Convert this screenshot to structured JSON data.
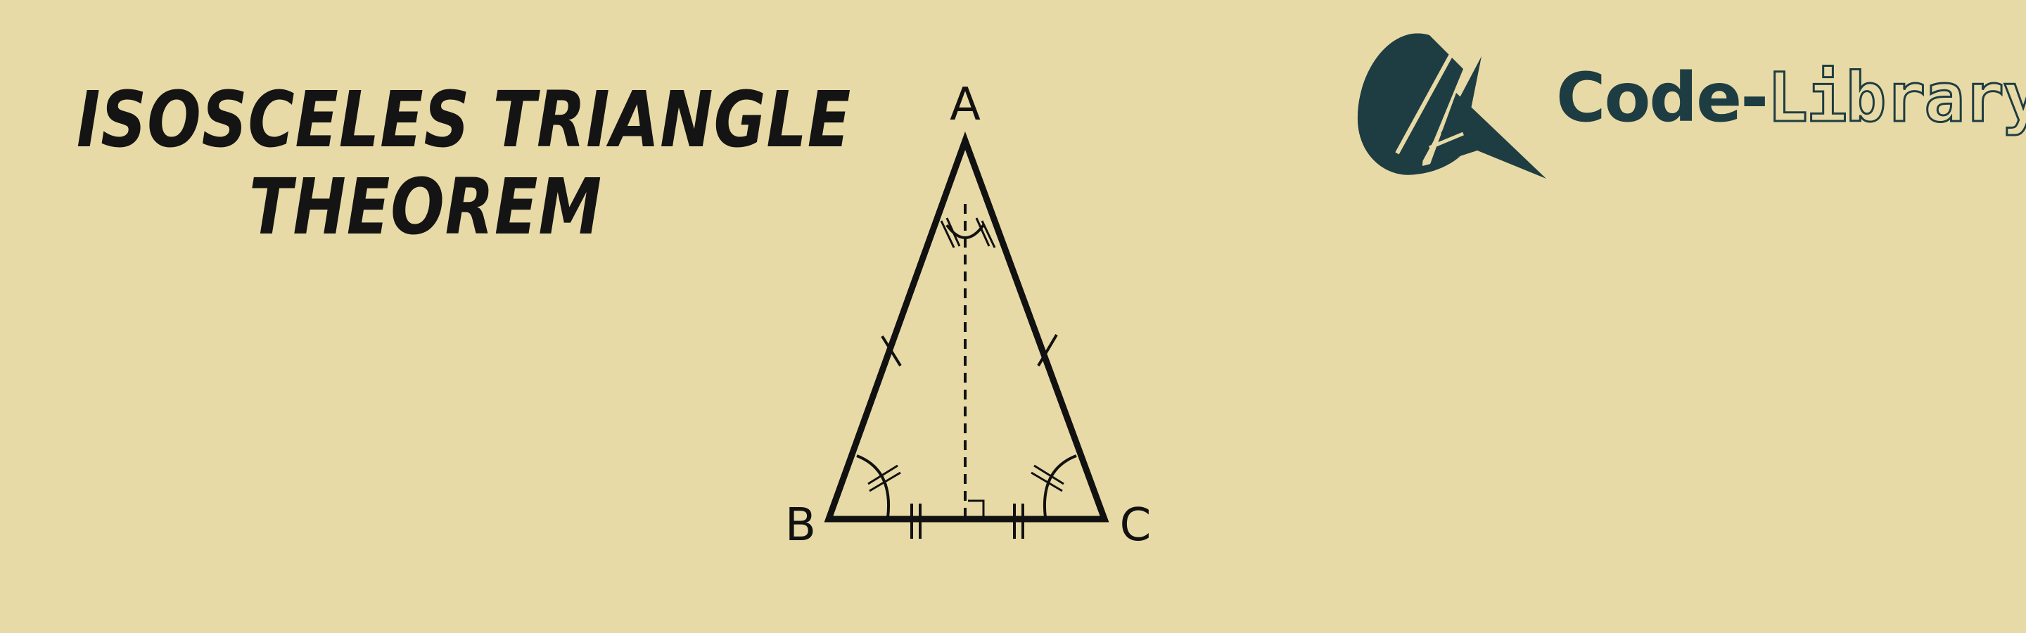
{
  "title": {
    "line1": "ISOSCELES TRIANGLE",
    "line2": "THEOREM"
  },
  "diagram": {
    "vertices": {
      "apex": "A",
      "left": "B",
      "right": "C"
    }
  },
  "logo": {
    "word1": "Code-",
    "word2": "Library."
  },
  "colors": {
    "background": "#e8daa6",
    "ink": "#111111",
    "brand": "#1e3d42"
  }
}
